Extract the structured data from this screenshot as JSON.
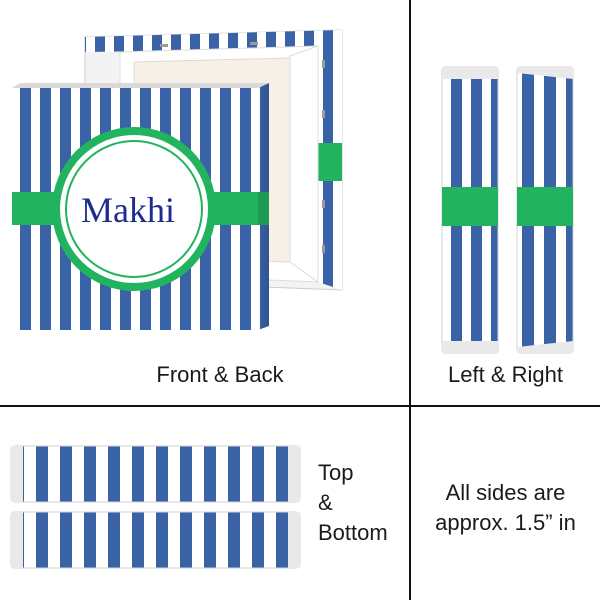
{
  "product": {
    "name": "Makhi",
    "colors": {
      "stripe_blue": "#3a62a7",
      "stripe_white": "#ffffff",
      "band_green": "#22b35f",
      "name_text": "#1f2c8f",
      "frame_edge": "#e3e3e3"
    }
  },
  "panels": {
    "front_back": {
      "label": "Front & Back"
    },
    "left_right": {
      "label": "Left & Right"
    },
    "top_bottom": {
      "label_lines": [
        "Top",
        "&",
        "Bottom"
      ]
    },
    "dimensions": {
      "label_lines": [
        "All sides are",
        "approx. 1.5” in"
      ]
    }
  }
}
